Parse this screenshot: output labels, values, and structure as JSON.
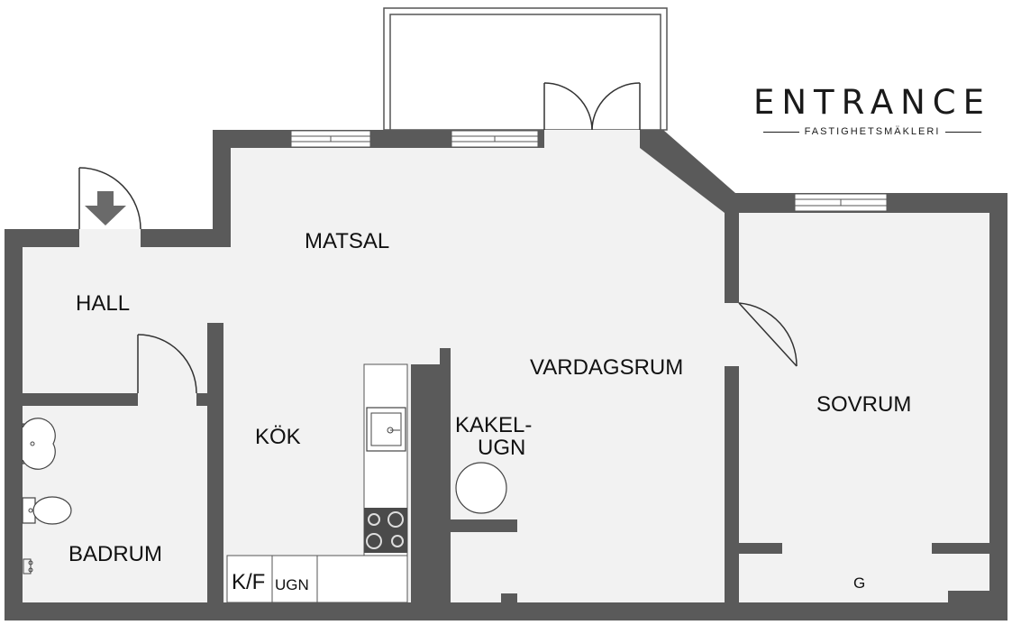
{
  "brand": {
    "name": "ENTRANCE",
    "tagline": "FASTIGHETSMÄKLERI"
  },
  "rooms": {
    "hall": "HALL",
    "matsal": "MATSAL",
    "kok": "KÖK",
    "vardagsrum": "VARDAGSRUM",
    "kakelugn_line1": "KAKEL-",
    "kakelugn_line2": "UGN",
    "sovrum": "SOVRUM",
    "badrum": "BADRUM",
    "kf": "K/F",
    "ugn": "UGN",
    "g": "G"
  },
  "colors": {
    "wall": "#5a5a5a",
    "floor": "#f2f2f2",
    "window": "#ffffff",
    "text": "#111111"
  }
}
